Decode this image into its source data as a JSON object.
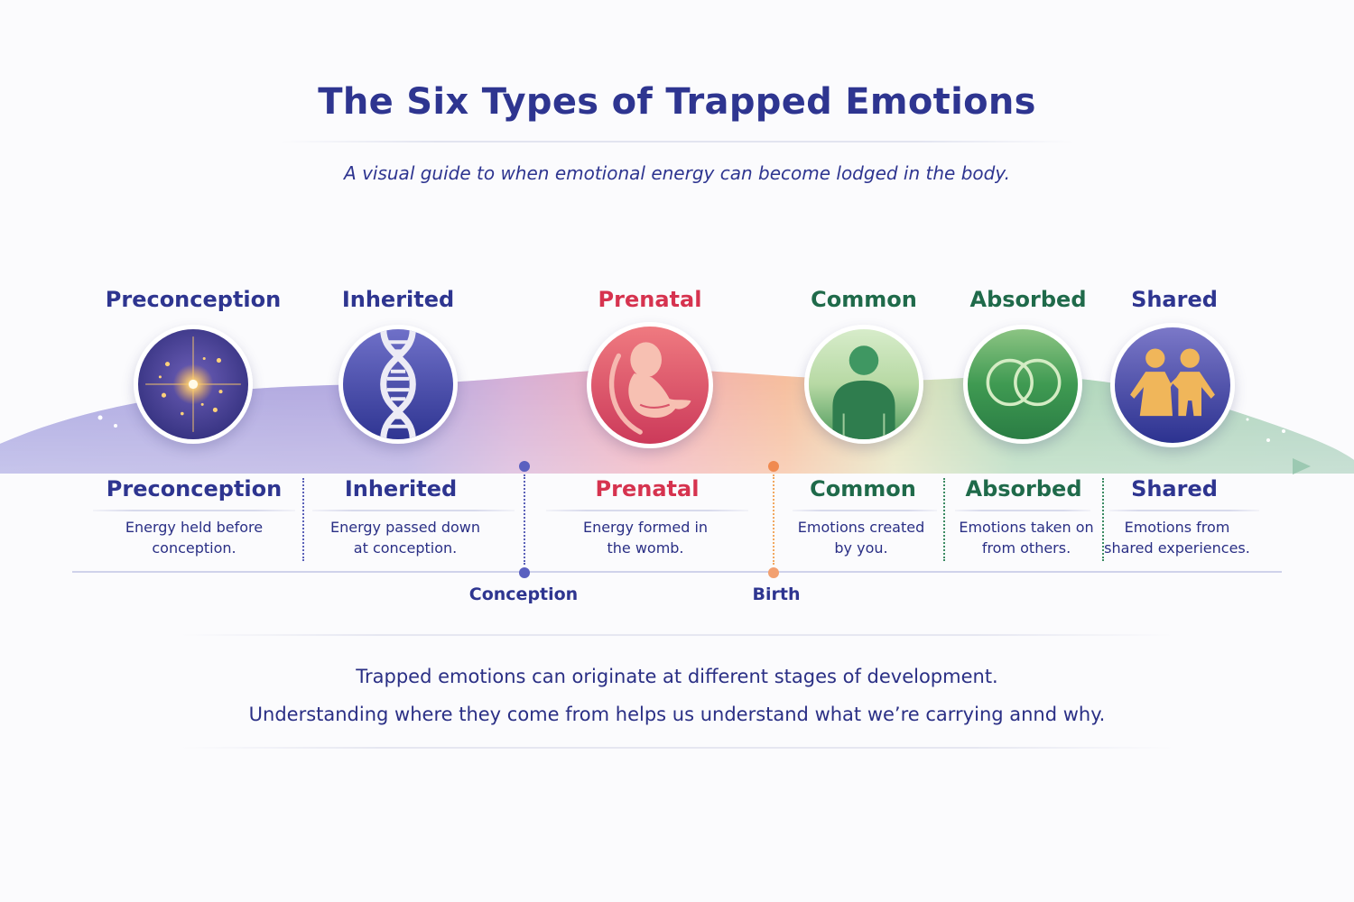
{
  "header": {
    "title": "The Six Types of Trapped Emotions",
    "subtitle": "A visual guide to when emotional energy can become lodged in the body."
  },
  "stages": [
    {
      "label": "Preconception",
      "description_line1": "Energy held before",
      "description_line2": "conception.",
      "icon": "starburst-icon",
      "color": "#2e3590"
    },
    {
      "label": "Inherited",
      "description_line1": "Energy passed down",
      "description_line2": "at conception.",
      "icon": "dna-icon",
      "color": "#2e3590"
    },
    {
      "label": "Prenatal",
      "description_line1": "Energy formed in",
      "description_line2": "the womb.",
      "icon": "fetus-icon",
      "color": "#d6334f"
    },
    {
      "label": "Common",
      "description_line1": "Emotions created",
      "description_line2": "by you.",
      "icon": "person-icon",
      "color": "#1f6a4a"
    },
    {
      "label": "Absorbed",
      "description_line1": "Emotions taken on",
      "description_line2": "from others.",
      "icon": "overlapping-rings-icon",
      "color": "#1f6a4a"
    },
    {
      "label": "Shared",
      "description_line1": "Emotions from",
      "description_line2": "shared experiences.",
      "icon": "two-people-icon",
      "color": "#2e3590"
    }
  ],
  "milestones": [
    {
      "label": "Conception",
      "color": "#5a60c0"
    },
    {
      "label": "Birth",
      "color": "#f08a50"
    }
  ],
  "footer": {
    "line1": "Trapped emotions can originate at different stages of development.",
    "line2": "Understanding where they come from helps us understand what we’re carrying annd why."
  }
}
